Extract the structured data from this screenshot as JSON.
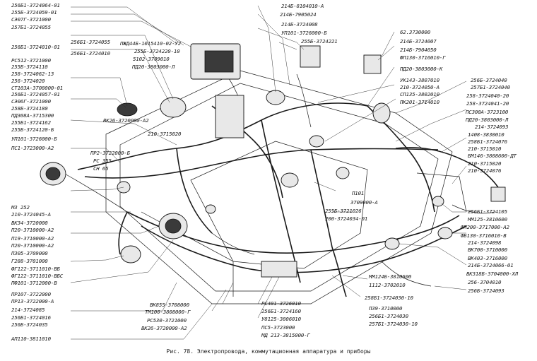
{
  "caption": "Рис. 78. Электропровода, коммутационная аппаратура и приборы",
  "labels_left": [
    "256Б1-3724064-01",
    "255Б-3724059-01",
    "СЭ07Г-3721000",
    "257Б1-3724055",
    "256Б1-3724010-01",
    "РС512-3721000",
    "255Б-3724110",
    "258-3724062-13",
    "256-3724020",
    "256Б1-3724057-01",
    "СЭ06Г-3721000",
    "258Б-3724180",
    "ПД308А-3715300",
    "255Б1-3724162",
    "255Б-3724120-Б",
    "УП101-3726000-Б",
    "ПС1-3723000-А2",
    "МЗ 252",
    "210-3724045-А",
    "ВК34-3720000",
    "П20-3710000-А2",
    "П19-3710000-А2",
    "П20-3710000-А2",
    "П305-3709000",
    "Г288-3701000",
    "ФГ122-3711010-ВБ",
    "ФГ122-3711010-ВБС",
    "ПФ101-3712000-В",
    "ПР107-3722000",
    "ПР13-3722000-А",
    "214-3724085",
    "256Б1-3724016",
    "256Б-3724035",
    "АП110-3811010"
  ],
  "labels_top_left": [
    "256Б1-3724055",
    "256Б1-3724010",
    "ПЖД44Б-1015410-02-У2",
    "255Б-3724220-10",
    "5102-3709010",
    "ПД20-3803000-Л",
    "СТ103А-3708000-01",
    "ВК26-3720000-А2",
    "210-3715020",
    "ПР2-3722000-Б",
    "РС 355",
    "СН 65"
  ],
  "labels_top_right": [
    "214Б-8104010-А",
    "214Б-7905024",
    "214Б-3724008",
    "УП101-3726000-Б",
    "255Б-3724221",
    "62.3730000",
    "214Б-3724007",
    "214Б-7904050",
    "ФП130-3716010-Г",
    "ПД20-3803000-К",
    "УК143-3807010",
    "210-3724050-А",
    "СП135-3802010",
    "ПК201-3714010"
  ],
  "labels_right": [
    "256Б-3724040",
    "257Б1-3724040",
    "258-3724040-20",
    "258-3724041-20",
    "ПС300А-3723100",
    "ПД20-3803000-Л",
    "214-3724093",
    "1408-3830010",
    "258Б1-3724076",
    "210-3715010",
    "БМ146-3808600-ДТ",
    "210-3715020",
    "210-3724076",
    "256Б1-3724105",
    "ММ125-3810600",
    "ФП200-3717000-А2",
    "ФБ130-3716010-В",
    "214-3724098",
    "ВК700-3710000",
    "ВК403-3716000",
    "214Б-3724066-01",
    "ВК318Б-3704000-ХЛ",
    "256-3704010",
    "256Б-3724093"
  ],
  "labels_center": [
    "П101",
    "3709000-А",
    "255Б-3721026",
    "200-3724034-01",
    "ММ124Б-3810600",
    "1112-3702010",
    "258Б1-3724030-10"
  ],
  "labels_bottom": [
    "ВК855-3708000",
    "ТМ100-3808000-Г",
    "РС530-3721000",
    "ВК26-3720000-А2",
    "РС401-3726010",
    "256Б1-3724160",
    "У8125-3806010",
    "ПС5-3723000",
    "МД 213-3815000-Г",
    "П39-3710000",
    "256Б1-3724030",
    "257Б1-3724030-10"
  ]
}
